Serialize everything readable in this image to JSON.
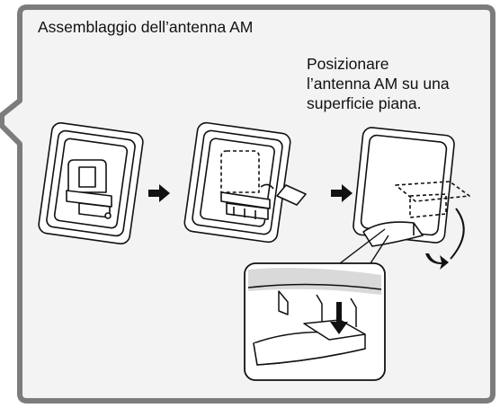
{
  "header": {
    "title": "Assemblaggio dell’antenna AM"
  },
  "instruction": {
    "lines": [
      "Posizionare",
      "l’antenna AM su una",
      "superficie piana."
    ]
  },
  "steps": [
    {
      "label": "antenna-folded"
    },
    {
      "label": "antenna-frame-open"
    },
    {
      "label": "antenna-base-placed"
    }
  ],
  "colors": {
    "frame_stroke": "#7a7a7a",
    "panel_bg": "#f3f3f3",
    "line": "#111111"
  }
}
